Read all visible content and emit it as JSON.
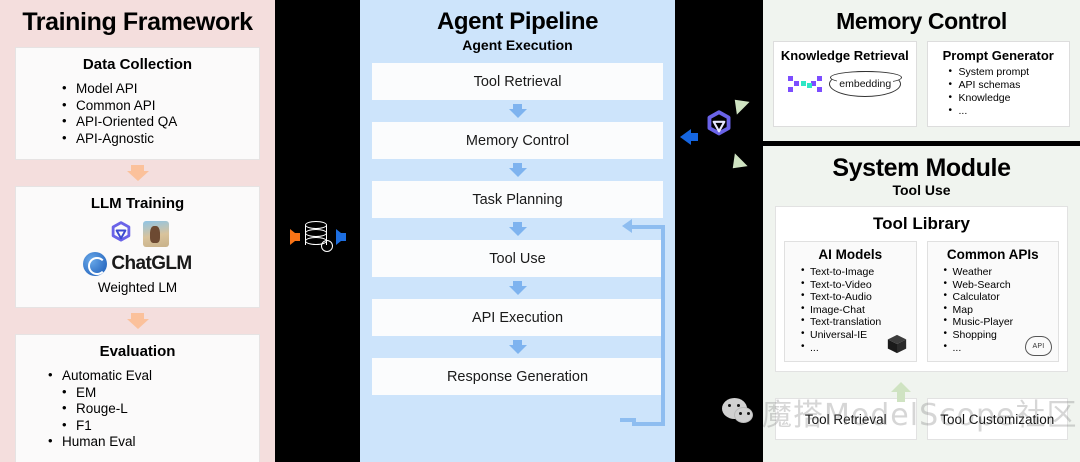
{
  "training": {
    "title": "Training Framework",
    "data_collection": {
      "heading": "Data Collection",
      "items": [
        "Model API",
        "Common API",
        "API-Oriented QA",
        "API-Agnostic"
      ]
    },
    "llm_training": {
      "heading": "LLM Training",
      "logos": [
        "modelscope-logo",
        "llama-logo",
        "chatglm-logo"
      ],
      "chatglm_label": "ChatGLM",
      "caption": "Weighted LM"
    },
    "evaluation": {
      "heading": "Evaluation",
      "items": [
        "Automatic Eval",
        "Human Eval"
      ],
      "sub_items": [
        "EM",
        "Rouge-L",
        "F1"
      ]
    }
  },
  "band_left": {
    "in_arrow": "orange-right-arrow",
    "icon": "database-gear-icon",
    "out_arrow": "blue-right-arrow"
  },
  "pipeline": {
    "title": "Agent Pipeline",
    "subtitle": "Agent Execution",
    "steps": [
      "Tool Retrieval",
      "Memory Control",
      "Task Planning",
      "Tool Use",
      "API Execution",
      "Response Generation"
    ],
    "feedback_loop": "response-to-task-planning"
  },
  "band_right": {
    "logo": "modelscope-logo",
    "left_arrow": "blue-left-arrow",
    "green_arrows": [
      "green-arrow-upper",
      "green-arrow-lower"
    ]
  },
  "memory": {
    "title": "Memory Control",
    "knowledge_retrieval": {
      "heading": "Knowledge Retrieval",
      "icon": "embedding-brackets-icon",
      "db_label": "embedding"
    },
    "prompt_generator": {
      "heading": "Prompt Generator",
      "items": [
        "System prompt",
        "API schemas",
        "Knowledge",
        "..."
      ]
    }
  },
  "system": {
    "title": "System Module",
    "subtitle": "Tool Use",
    "tool_library": {
      "heading": "Tool Library",
      "ai_models": {
        "heading": "AI Models",
        "items": [
          "Text-to-Image",
          "Text-to-Video",
          "Text-to-Audio",
          "Image-Chat",
          "Text-translation",
          "Universal-IE",
          "..."
        ],
        "icon": "cube-icon"
      },
      "common_apis": {
        "heading": "Common APIs",
        "items": [
          "Weather",
          "Web-Search",
          "Calculator",
          "Map",
          "Music-Player",
          "Shopping",
          "..."
        ],
        "icon": "api-cloud-icon",
        "icon_label": "API"
      }
    },
    "bottom": [
      "Tool Retrieval",
      "Tool Customization"
    ]
  },
  "watermark": {
    "icon": "wechat-icon",
    "text": "魔搭ModelScope社区"
  },
  "colors": {
    "training_bg": "#f4dedd",
    "pipeline_bg": "#cde4fb",
    "right_bg": "#f0f4ef",
    "band_bg": "#000000",
    "pink_arrow": "#fbc19b",
    "blue_arrow": "#7eb3ef",
    "green_arrow": "#cfe3c2",
    "orange_arrow": "#f97316",
    "db_blue_arrow": "#1d6ee0"
  }
}
